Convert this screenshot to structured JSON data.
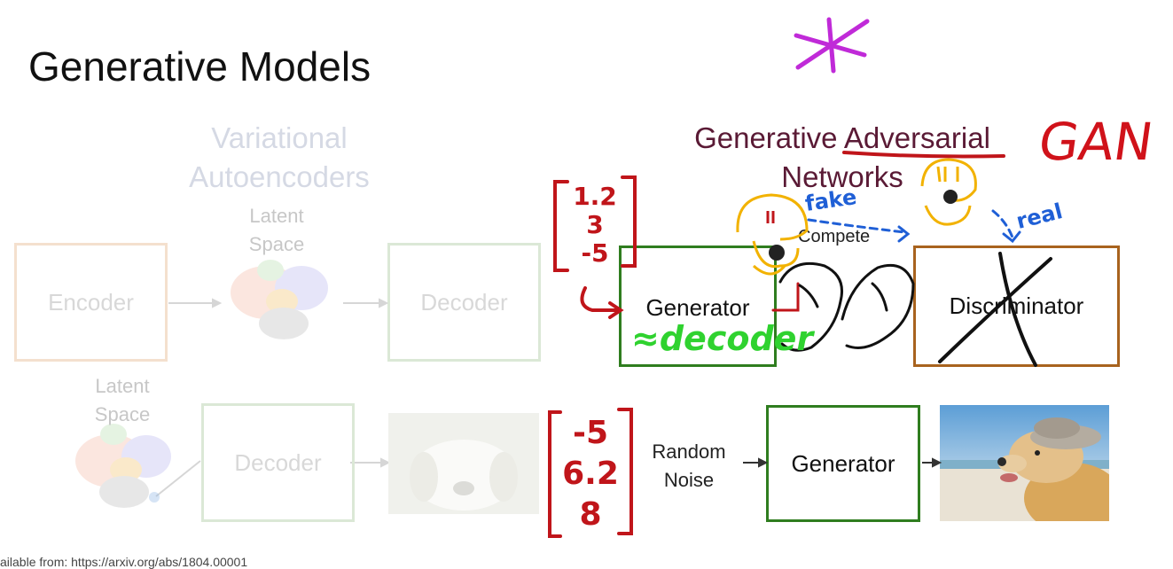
{
  "slide": {
    "title": "Generative Models"
  },
  "vae": {
    "heading_line1": "Variational",
    "heading_line2": "Autoencoders",
    "encoder_label": "Encoder",
    "latent_space_label_line1": "Latent",
    "latent_space_label_line2": "Space",
    "decoder_label": "Decoder",
    "bottom_latent_label_line1": "Latent",
    "bottom_latent_label_line2": "Space",
    "bottom_decoder_label": "Decoder"
  },
  "gan": {
    "heading_line1": "Generative Adversarial",
    "heading_line2": "Networks",
    "generator_label": "Generator",
    "discriminator_label": "Discriminator",
    "compete_label": "Compete",
    "bottom_generator_label": "Generator",
    "random_noise_line1": "Random",
    "random_noise_line2": "Noise"
  },
  "annotations": {
    "gan_acronym": "GAN",
    "fake_label": "fake",
    "real_label": "real",
    "decoder_note": "≈decoder",
    "top_vector": [
      "1.2",
      "3",
      "-5"
    ],
    "bottom_vector": [
      "-5",
      "6.2",
      "8"
    ]
  },
  "footer": {
    "source_text": "ailable from: https://arxiv.org/abs/1804.00001"
  },
  "colors": {
    "title_text": "#111111",
    "gan_heading": "#5a1a35",
    "generator_border": "#2f7d1f",
    "discriminator_border": "#a8631e",
    "annotation_red": "#c0151a",
    "annotation_green": "#2fd22f",
    "annotation_blue": "#1f5fd6",
    "annotation_orange": "#f2b200",
    "star_purple": "#c02ad8"
  }
}
